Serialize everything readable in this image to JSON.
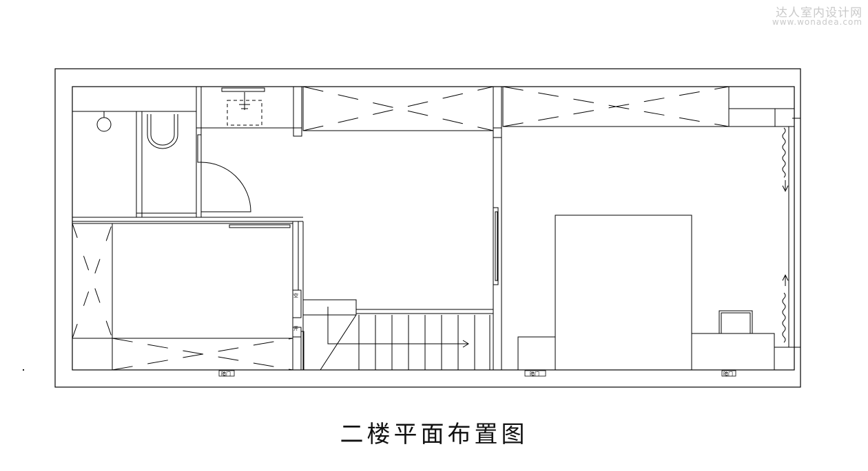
{
  "title": "二楼平面布置图",
  "watermark": {
    "line1": "达人室内设计网",
    "line2": "www.wonadea.com"
  },
  "door_labels": [
    "暗门",
    "暗门",
    "暗门"
  ],
  "small_labels": [
    "空",
    "开"
  ],
  "colors": {
    "line": "#000000",
    "background": "#ffffff",
    "watermark": "#c9c9c9"
  }
}
